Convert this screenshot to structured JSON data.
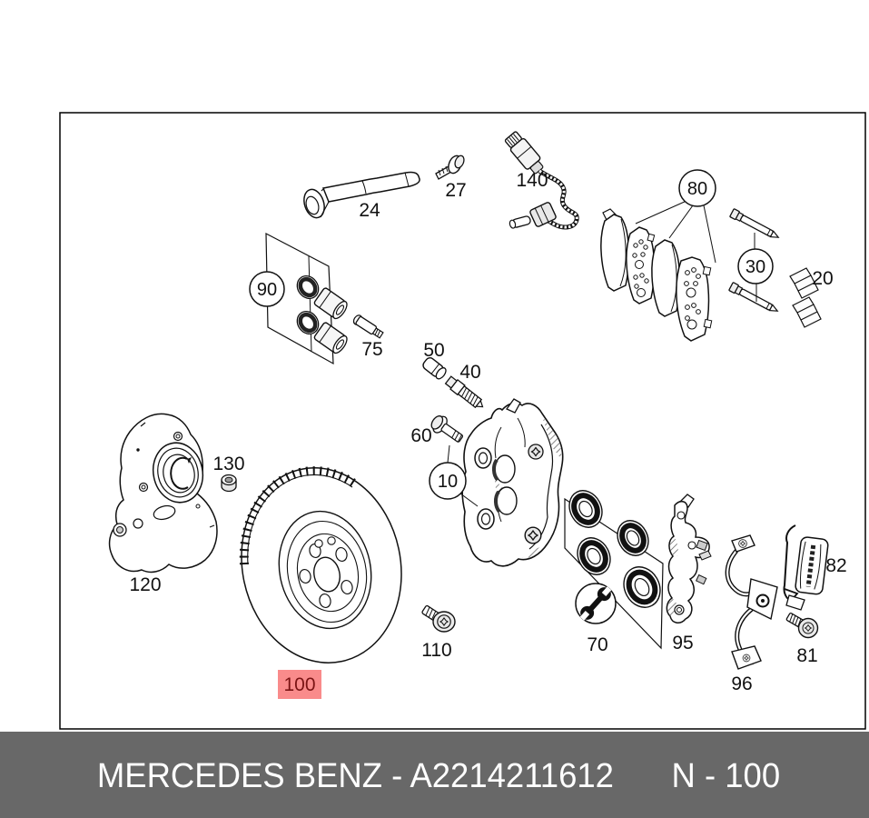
{
  "diagram": {
    "footer": {
      "brand_part": "MERCEDES BENZ - A2214211612",
      "ref": "N - 100",
      "bar_color": "#686868",
      "text_color": "#ffffff"
    },
    "highlight": {
      "label_bg": "#f98b8b",
      "label_text_color": "#7a1414"
    },
    "parts": {
      "p10": "10",
      "p20": "20",
      "p24": "24",
      "p27": "27",
      "p30": "30",
      "p40": "40",
      "p50": "50",
      "p60": "60",
      "p70": "70",
      "p75": "75",
      "p80": "80",
      "p81": "81",
      "p82": "82",
      "p90": "90",
      "p95": "95",
      "p96": "96",
      "p100": "100",
      "p110": "110",
      "p120": "120",
      "p130": "130",
      "p140": "140"
    }
  }
}
